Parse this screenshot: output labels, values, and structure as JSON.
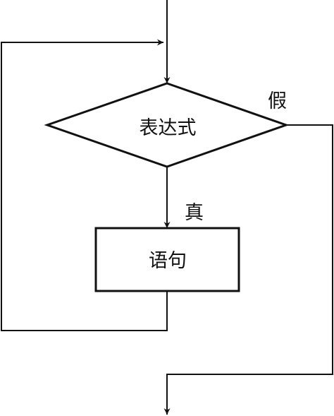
{
  "diagram": {
    "condition_label": "表达式",
    "statement_label": "语句",
    "true_label": "真",
    "false_label": "假",
    "stroke_color": "#111111",
    "background_color": "#ffffff"
  }
}
